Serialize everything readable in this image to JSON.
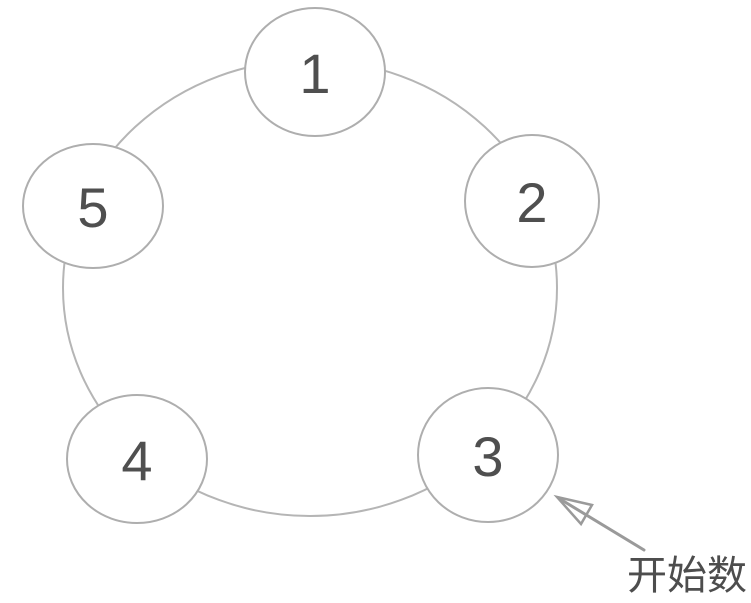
{
  "diagram": {
    "type": "circular-counting-diagram",
    "nodes": [
      {
        "label": "1"
      },
      {
        "label": "2"
      },
      {
        "label": "3"
      },
      {
        "label": "4"
      },
      {
        "label": "5"
      }
    ],
    "annotation": {
      "label": "开始数",
      "points_to_node": "3"
    },
    "colors": {
      "background": "#ffffff",
      "ring_stroke": "#b5b5b5",
      "node_stroke": "#aeaeae",
      "node_fill": "#ffffff",
      "number_text": "#4f4f4f",
      "annotation_text": "#4d4d4d",
      "arrow": "#9a9a9a"
    }
  }
}
